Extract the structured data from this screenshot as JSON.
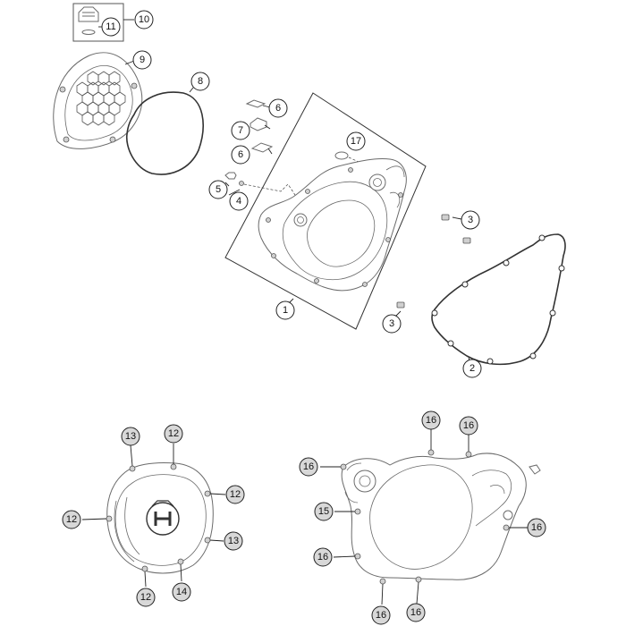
{
  "callouts": {
    "c10": "10",
    "c11": "11",
    "c9": "9",
    "c8": "8",
    "c6a": "6",
    "c7": "7",
    "c6b": "6",
    "c17": "17",
    "c5": "5",
    "c4": "4",
    "c3a": "3",
    "c3b": "3",
    "c1": "1",
    "c2": "2",
    "c13a": "13",
    "c12a": "12",
    "c12b": "12",
    "c12c": "12",
    "c13b": "13",
    "c12d": "12",
    "c14": "14",
    "c16a": "16",
    "c16b": "16",
    "c16c": "16",
    "c15": "15",
    "c16d": "16",
    "c16e": "16",
    "c16f": "16",
    "c16g": "16"
  },
  "colors": {
    "line": "#6b6b6b",
    "leader": "#222222",
    "callout_fill": "#ffffff",
    "callout_grey": "#d8d8d8"
  }
}
